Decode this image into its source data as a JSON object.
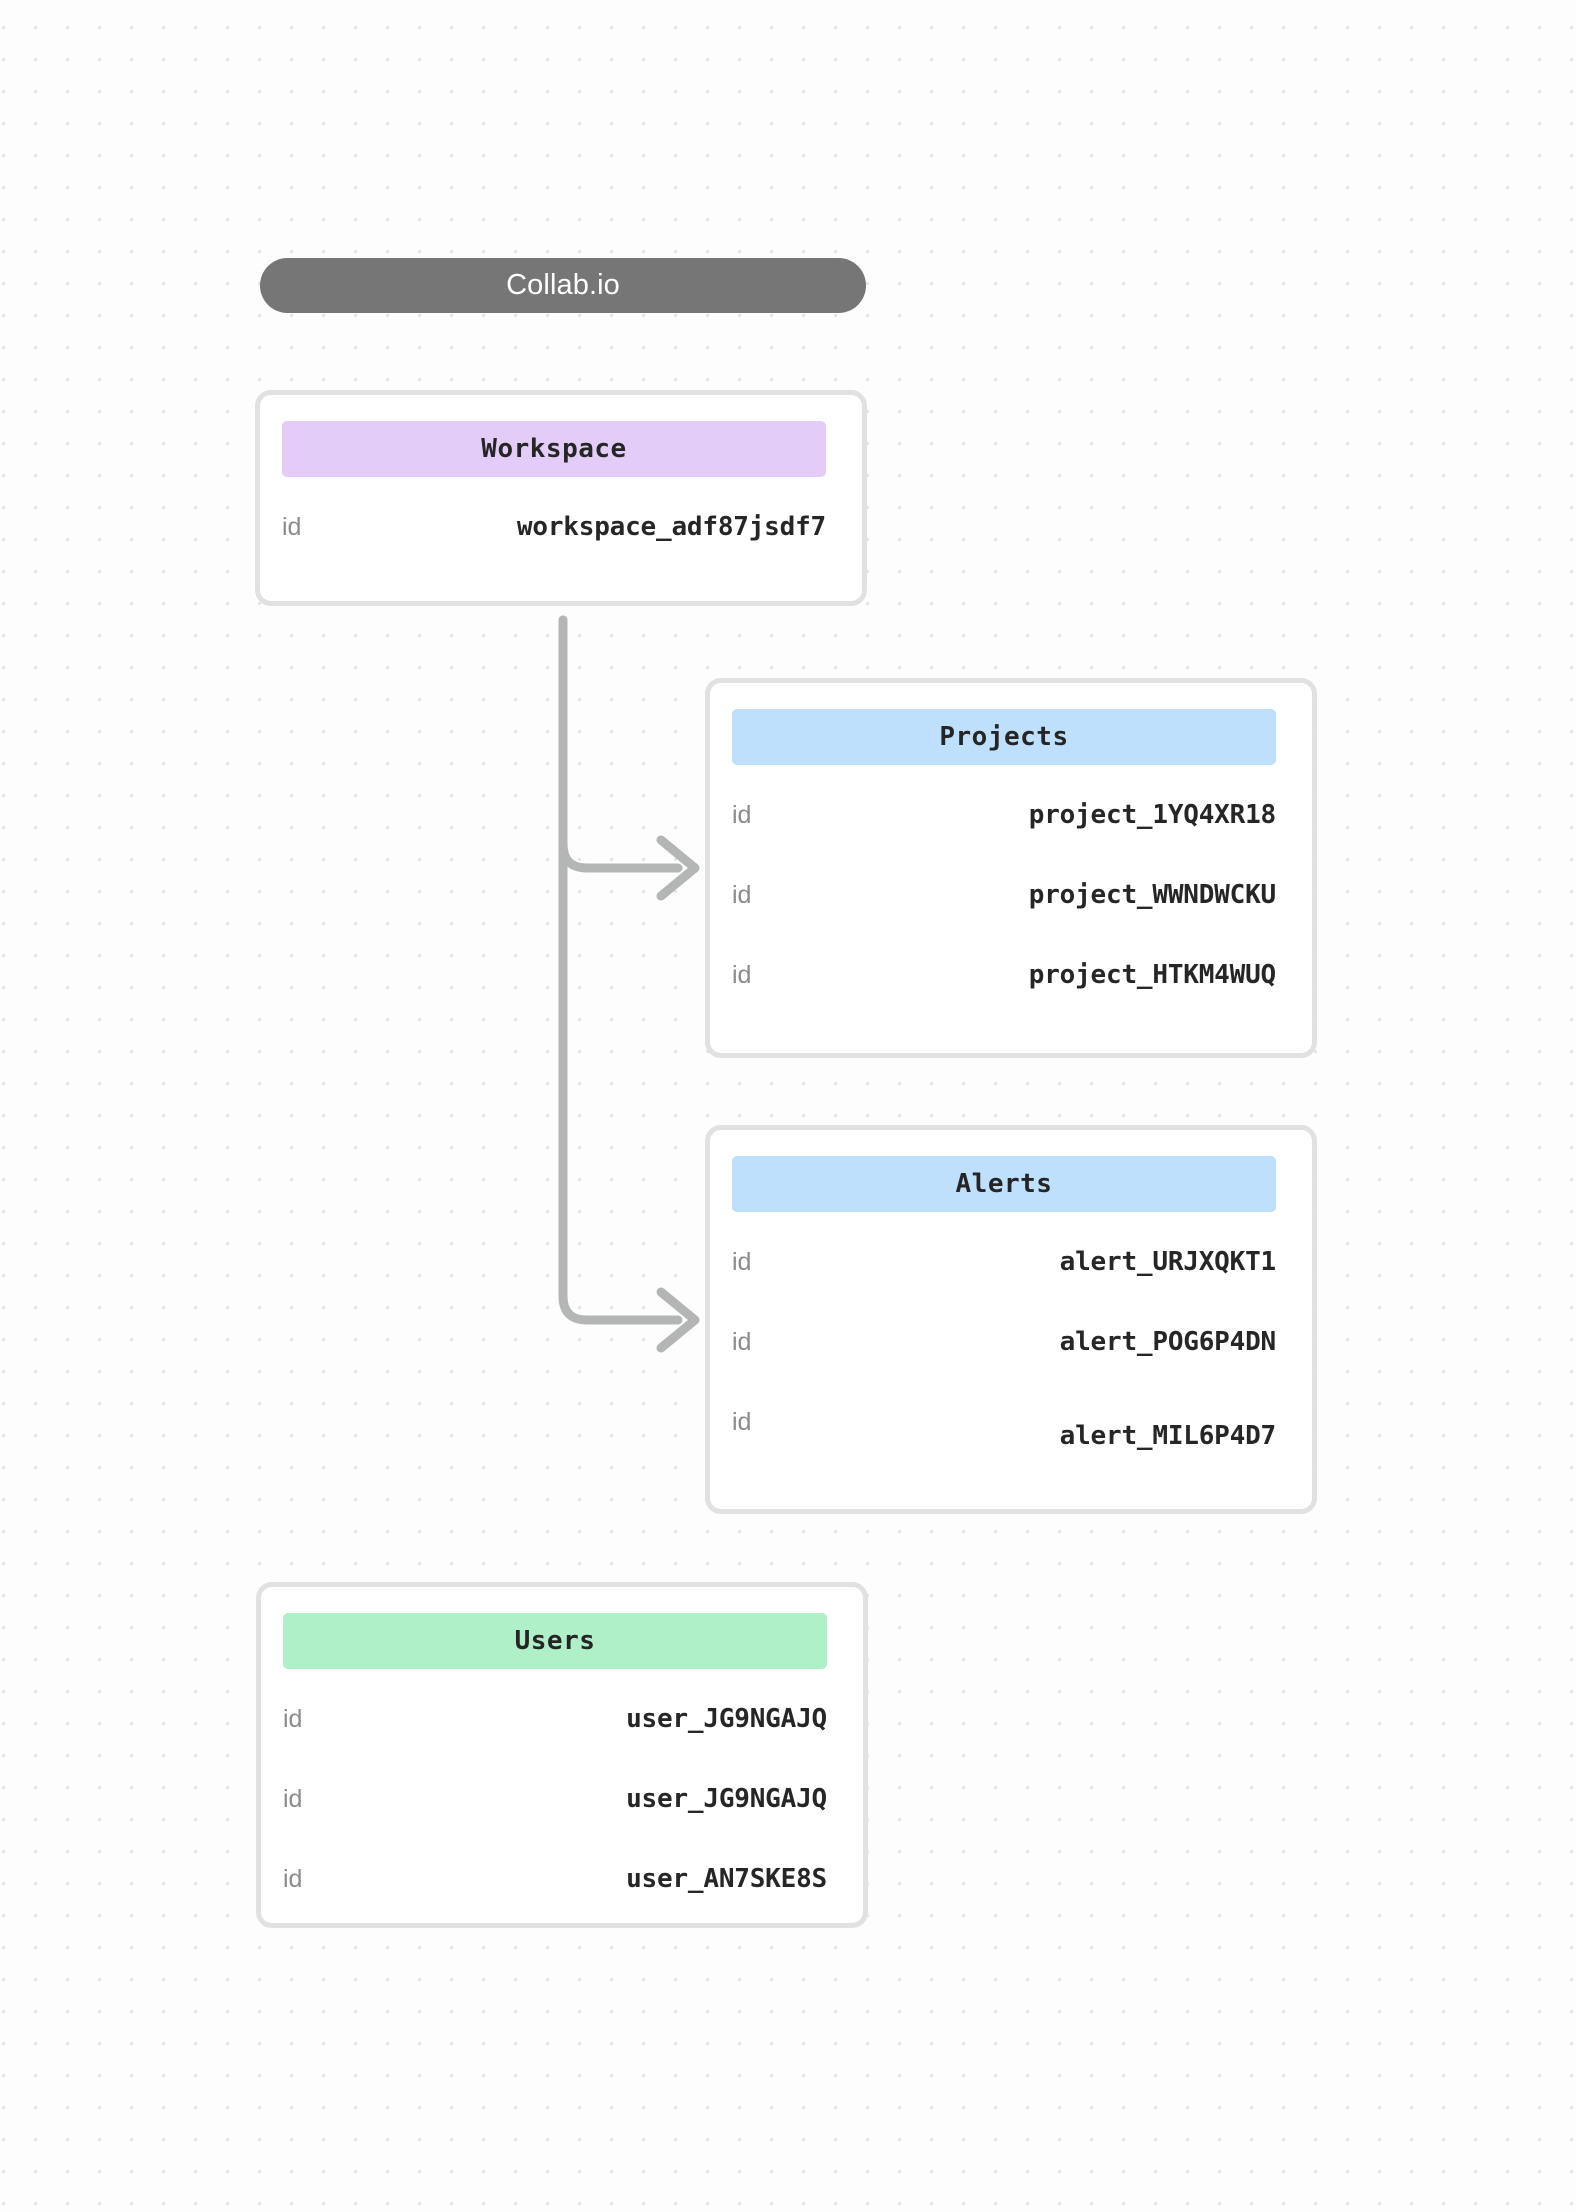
{
  "app": {
    "title": "Collab.io"
  },
  "canvas": {
    "background_color": "#fdfdfd",
    "dot_color": "#e4e4e4",
    "title_pill_color": "#767676",
    "card_border_color": "#e1e1e1",
    "edge_color": "#b4b6b6"
  },
  "entities": [
    {
      "name": "workspace",
      "header": "Workspace",
      "header_color": "#e3cdf8",
      "rows": [
        {
          "key": "id",
          "value": "workspace_adf87jsdf7"
        }
      ]
    },
    {
      "name": "projects",
      "header": "Projects",
      "header_color": "#bfe0fc",
      "rows": [
        {
          "key": "id",
          "value": "project_1YQ4XR18"
        },
        {
          "key": "id",
          "value": "project_WWNDWCKU"
        },
        {
          "key": "id",
          "value": "project_HTKM4WUQ"
        }
      ]
    },
    {
      "name": "alerts",
      "header": "Alerts",
      "header_color": "#bfe0fc",
      "rows": [
        {
          "key": "id",
          "value": "alert_URJXQKT1"
        },
        {
          "key": "id",
          "value": "alert_POG6P4DN"
        },
        {
          "key": "id",
          "value": "alert_MIL6P4D7"
        }
      ]
    },
    {
      "name": "users",
      "header": "Users",
      "header_color": "#b0f0c8",
      "rows": [
        {
          "key": "id",
          "value": "user_JG9NGAJQ"
        },
        {
          "key": "id",
          "value": "user_JG9NGAJQ"
        },
        {
          "key": "id",
          "value": "user_AN7SKE8S"
        }
      ]
    }
  ],
  "edges": [
    {
      "from": "workspace",
      "to": "projects"
    },
    {
      "from": "workspace",
      "to": "alerts"
    }
  ]
}
